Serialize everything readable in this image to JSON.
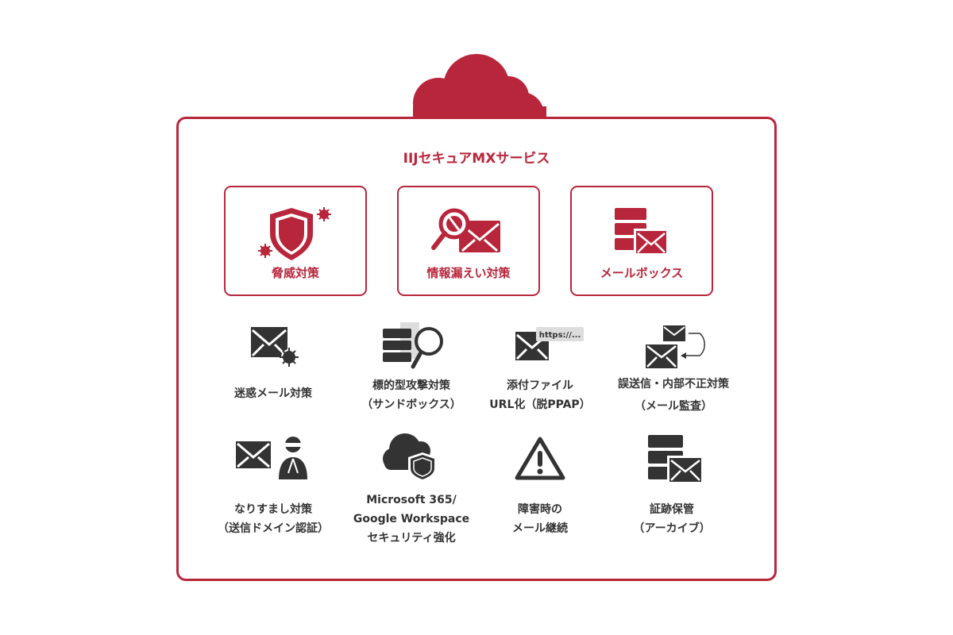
{
  "title": "IIJセキュアMXサービス",
  "colors": {
    "brand": "#b8263b",
    "icon": "#333333"
  },
  "categories": [
    {
      "label": "脅威対策",
      "icon": "shield-virus-icon"
    },
    {
      "label": "情報漏えい対策",
      "icon": "magnifier-mail-icon"
    },
    {
      "label": "メールボックス",
      "icon": "server-mail-icon"
    }
  ],
  "features": [
    {
      "lines": [
        "迷惑メール対策"
      ],
      "icon": "mail-virus-icon"
    },
    {
      "lines": [
        "標的型攻撃対策",
        "（サンドボックス）"
      ],
      "icon": "server-magnifier-icon"
    },
    {
      "lines": [
        "添付ファイル",
        "URL化（脱PPAP）"
      ],
      "icon": "mail-url-icon",
      "url_text": "https://..."
    },
    {
      "lines": [
        "誤送信・内部不正対策",
        "（メール監査）"
      ],
      "icon": "mail-return-icon"
    },
    {
      "lines": [
        "なりすまし対策",
        "（送信ドメイン認証）"
      ],
      "icon": "mail-impostor-icon"
    },
    {
      "lines": [
        "Microsoft 365/",
        "Google Workspace",
        "セキュリティ強化"
      ],
      "icon": "cloud-shield-icon"
    },
    {
      "lines": [
        "障害時の",
        "メール継続"
      ],
      "icon": "warning-icon"
    },
    {
      "lines": [
        "証跡保管",
        "（アーカイブ）"
      ],
      "icon": "server-mail-icon"
    }
  ]
}
